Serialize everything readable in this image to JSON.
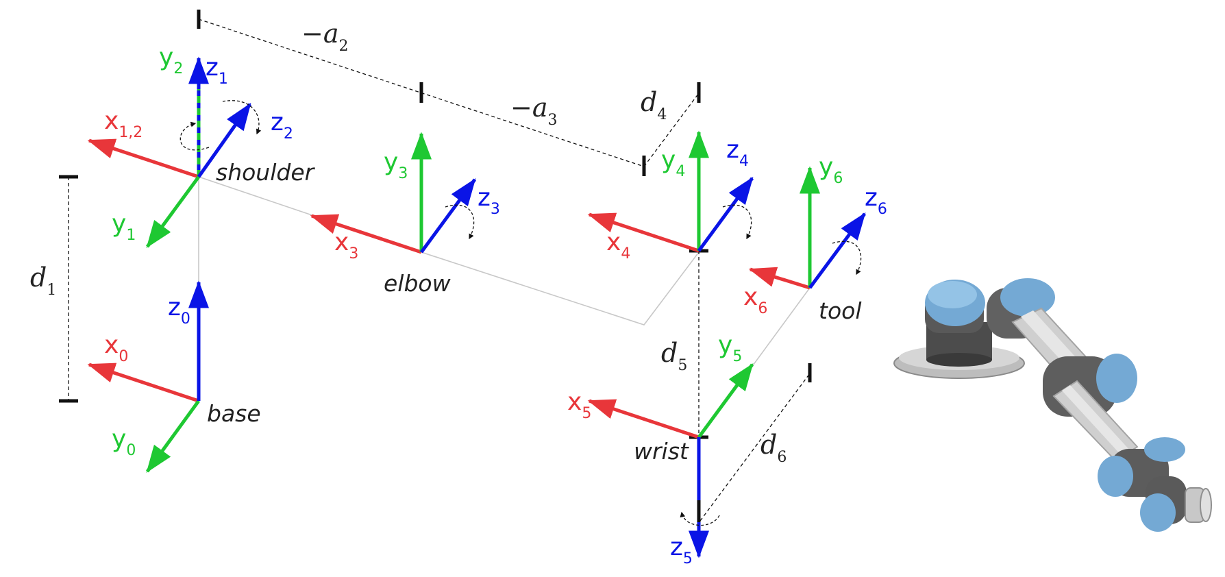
{
  "colors": {
    "x": "#e8363a",
    "y": "#1ec832",
    "z": "#0a14e6",
    "ink": "#111111",
    "link": "#c8c8c8"
  },
  "joints": {
    "base": "base",
    "shoulder": "shoulder",
    "elbow": "elbow",
    "wrist": "wrist",
    "tool": "tool"
  },
  "axes": {
    "x0": {
      "letter": "x",
      "sub": "0"
    },
    "y0": {
      "letter": "y",
      "sub": "0"
    },
    "z0": {
      "letter": "z",
      "sub": "0"
    },
    "x12": {
      "letter": "x",
      "sub": "1,2"
    },
    "y1": {
      "letter": "y",
      "sub": "1"
    },
    "z1": {
      "letter": "z",
      "sub": "1"
    },
    "y2": {
      "letter": "y",
      "sub": "2"
    },
    "z2": {
      "letter": "z",
      "sub": "2"
    },
    "x3": {
      "letter": "x",
      "sub": "3"
    },
    "y3": {
      "letter": "y",
      "sub": "3"
    },
    "z3": {
      "letter": "z",
      "sub": "3"
    },
    "x4": {
      "letter": "x",
      "sub": "4"
    },
    "y4": {
      "letter": "y",
      "sub": "4"
    },
    "z4": {
      "letter": "z",
      "sub": "4"
    },
    "x5": {
      "letter": "x",
      "sub": "5"
    },
    "y5": {
      "letter": "y",
      "sub": "5"
    },
    "z5": {
      "letter": "z",
      "sub": "5"
    },
    "x6": {
      "letter": "x",
      "sub": "6"
    },
    "y6": {
      "letter": "y",
      "sub": "6"
    },
    "z6": {
      "letter": "z",
      "sub": "6"
    }
  },
  "dimensions": {
    "d1": {
      "sym": "d",
      "sub": "1"
    },
    "a2": {
      "sym": "−a",
      "sub": "2"
    },
    "a3": {
      "sym": "−a",
      "sub": "3"
    },
    "d4": {
      "sym": "d",
      "sub": "4"
    },
    "d5": {
      "sym": "d",
      "sub": "5"
    },
    "d6": {
      "sym": "d",
      "sub": "6"
    }
  }
}
